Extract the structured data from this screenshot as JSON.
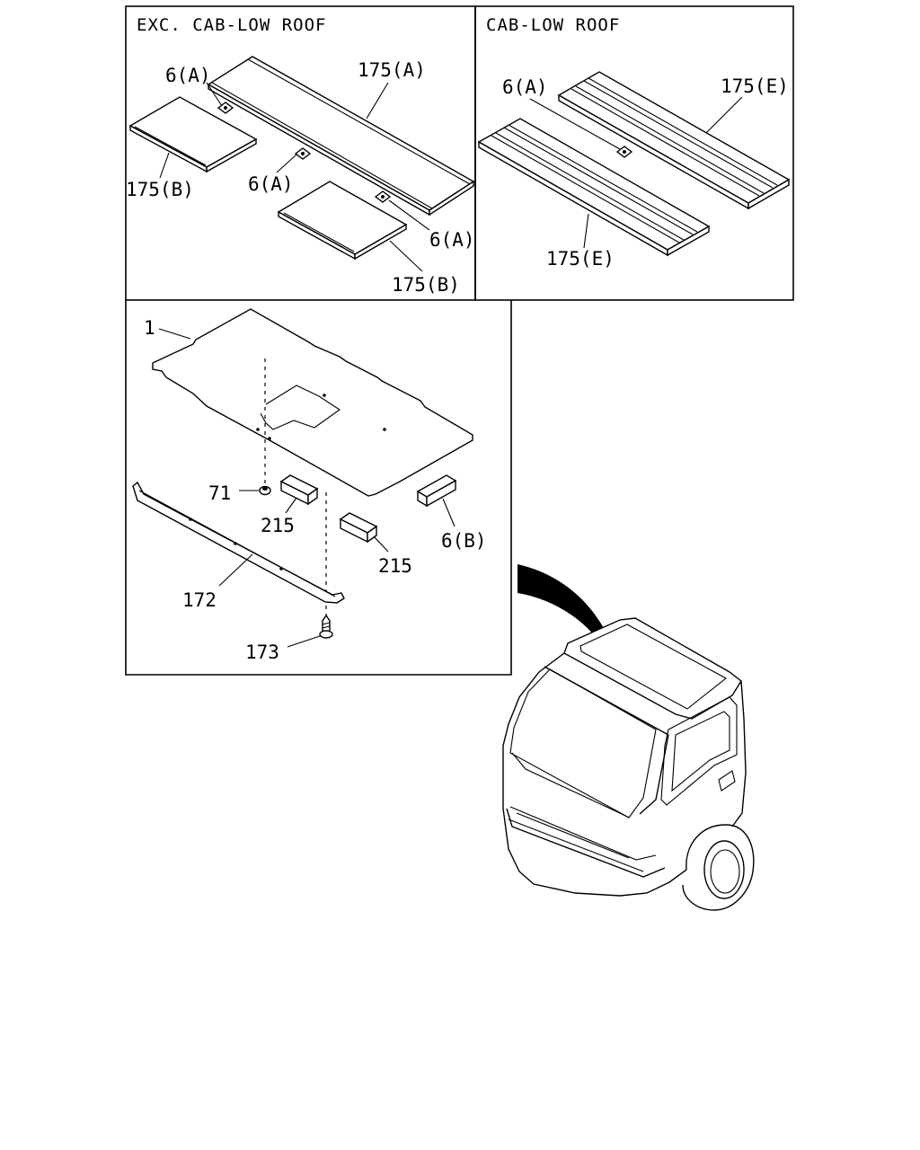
{
  "panels": {
    "exc_cab_low_roof": {
      "title": "EXC. CAB-LOW ROOF"
    },
    "cab_low_roof": {
      "title": "CAB-LOW ROOF"
    }
  },
  "callouts": {
    "p1_6a_top": "6(A)",
    "p1_175a": "175(A)",
    "p1_175b_left": "175(B)",
    "p1_6a_mid": "6(A)",
    "p1_6a_right": "6(A)",
    "p1_175b_bottom": "175(B)",
    "p2_6a": "6(A)",
    "p2_175e_top": "175(E)",
    "p2_175e_bottom": "175(E)",
    "p3_1": "1",
    "p3_71": "71",
    "p3_215_left": "215",
    "p3_215_right": "215",
    "p3_6b": "6(B)",
    "p3_172": "172",
    "p3_173": "173"
  }
}
